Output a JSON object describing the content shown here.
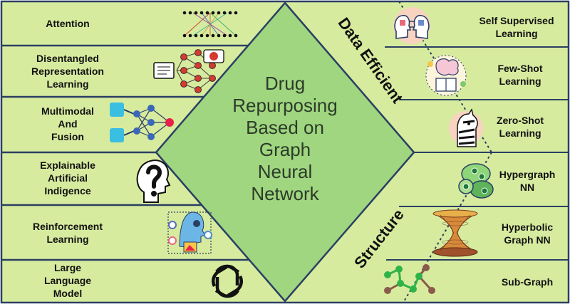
{
  "center_title": [
    "Drug",
    "Repurposing",
    "Based on",
    "Graph",
    "Neural",
    "Network"
  ],
  "left_items": [
    {
      "label": [
        "Attention"
      ],
      "icon": "attention-network-icon"
    },
    {
      "label": [
        "Disentangled",
        "Representation",
        "Learning"
      ],
      "icon": "disentangled-network-icon"
    },
    {
      "label": [
        "Multimodal",
        "And",
        "Fusion"
      ],
      "icon": "fusion-network-icon"
    },
    {
      "label": [
        "Explainable",
        "Artificial",
        "Indigence"
      ],
      "icon": "question-head-icon"
    },
    {
      "label": [
        "Reinforcement",
        "Learning"
      ],
      "icon": "robot-head-icon"
    },
    {
      "label": [
        "Large",
        "Language",
        "Model"
      ],
      "icon": "openai-logo-icon"
    }
  ],
  "right_groups": [
    {
      "title": "Data Efficient",
      "items": [
        {
          "label": [
            "Self Supervised",
            "Learning"
          ],
          "icon": "two-heads-icon"
        },
        {
          "label": [
            "Few-Shot",
            "Learning"
          ],
          "icon": "book-brain-icon"
        },
        {
          "label": [
            "Zero-Shot",
            "Learning"
          ],
          "icon": "zebra-icon"
        }
      ]
    },
    {
      "title": "Structure",
      "items": [
        {
          "label": [
            "Hypergraph",
            "NN"
          ],
          "icon": "hypergraph-icon"
        },
        {
          "label": [
            "Hyperbolic",
            "Graph NN"
          ],
          "icon": "hyperbolic-surface-icon"
        },
        {
          "label": [
            "Sub-Graph"
          ],
          "icon": "subgraph-icon"
        }
      ]
    }
  ],
  "colors": {
    "panel": "#d7eb9f",
    "center": "#9fd67f",
    "border": "#2b3f63",
    "node": "#d43a2f"
  }
}
